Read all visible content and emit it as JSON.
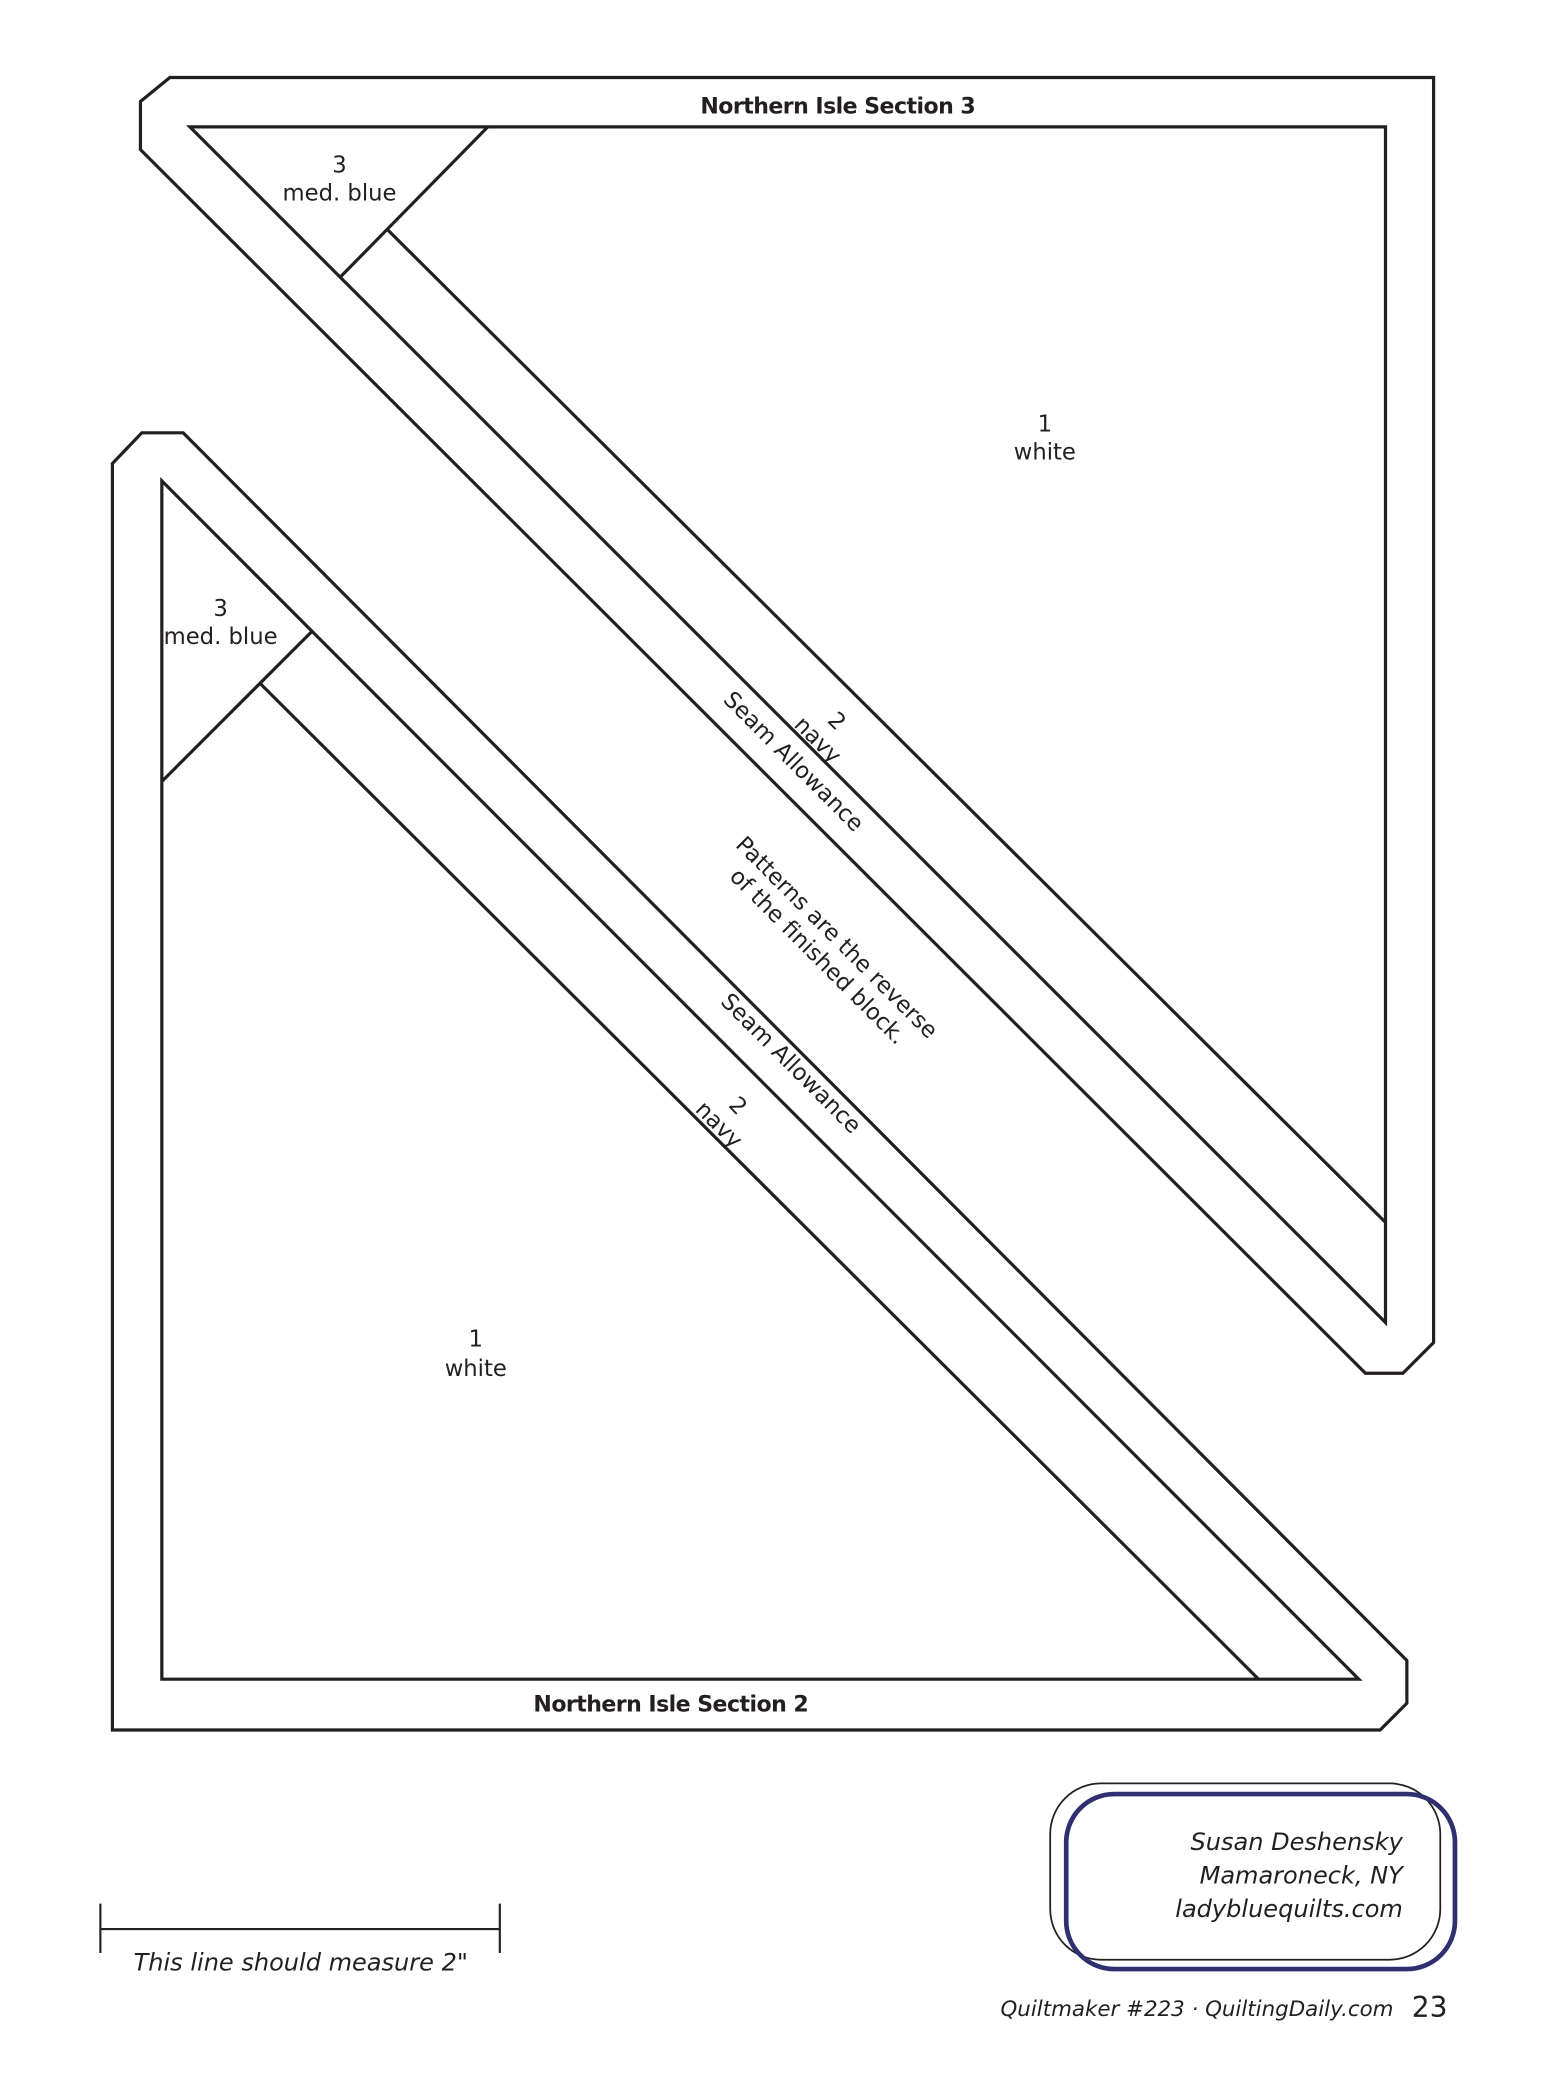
{
  "section3": {
    "title": "Northern Isle Section 3",
    "piece3_num": "3",
    "piece3_color": "med. blue",
    "piece1_num": "1",
    "piece1_color": "white",
    "piece2_num": "2",
    "piece2_color": "navy",
    "seam": "Seam Allowance"
  },
  "note": {
    "line1": "Patterns are the reverse",
    "line2": "of the finished block."
  },
  "section2": {
    "title": "Northern Isle Section 2",
    "piece3_num": "3",
    "piece3_color": "med. blue",
    "piece1_num": "1",
    "piece1_color": "white",
    "piece2_num": "2",
    "piece2_color": "navy",
    "seam": "Seam Allowance"
  },
  "scale": {
    "label": "This line should measure 2\""
  },
  "credit": {
    "name": "Susan Deshensky",
    "location": "Mamaroneck, NY",
    "website": "ladybluequilts.com"
  },
  "footer": {
    "publication": "Quiltmaker #223 · QuiltingDaily.com",
    "page": "23"
  },
  "colors": {
    "line": "#231f20",
    "frame": "#2e3070"
  }
}
